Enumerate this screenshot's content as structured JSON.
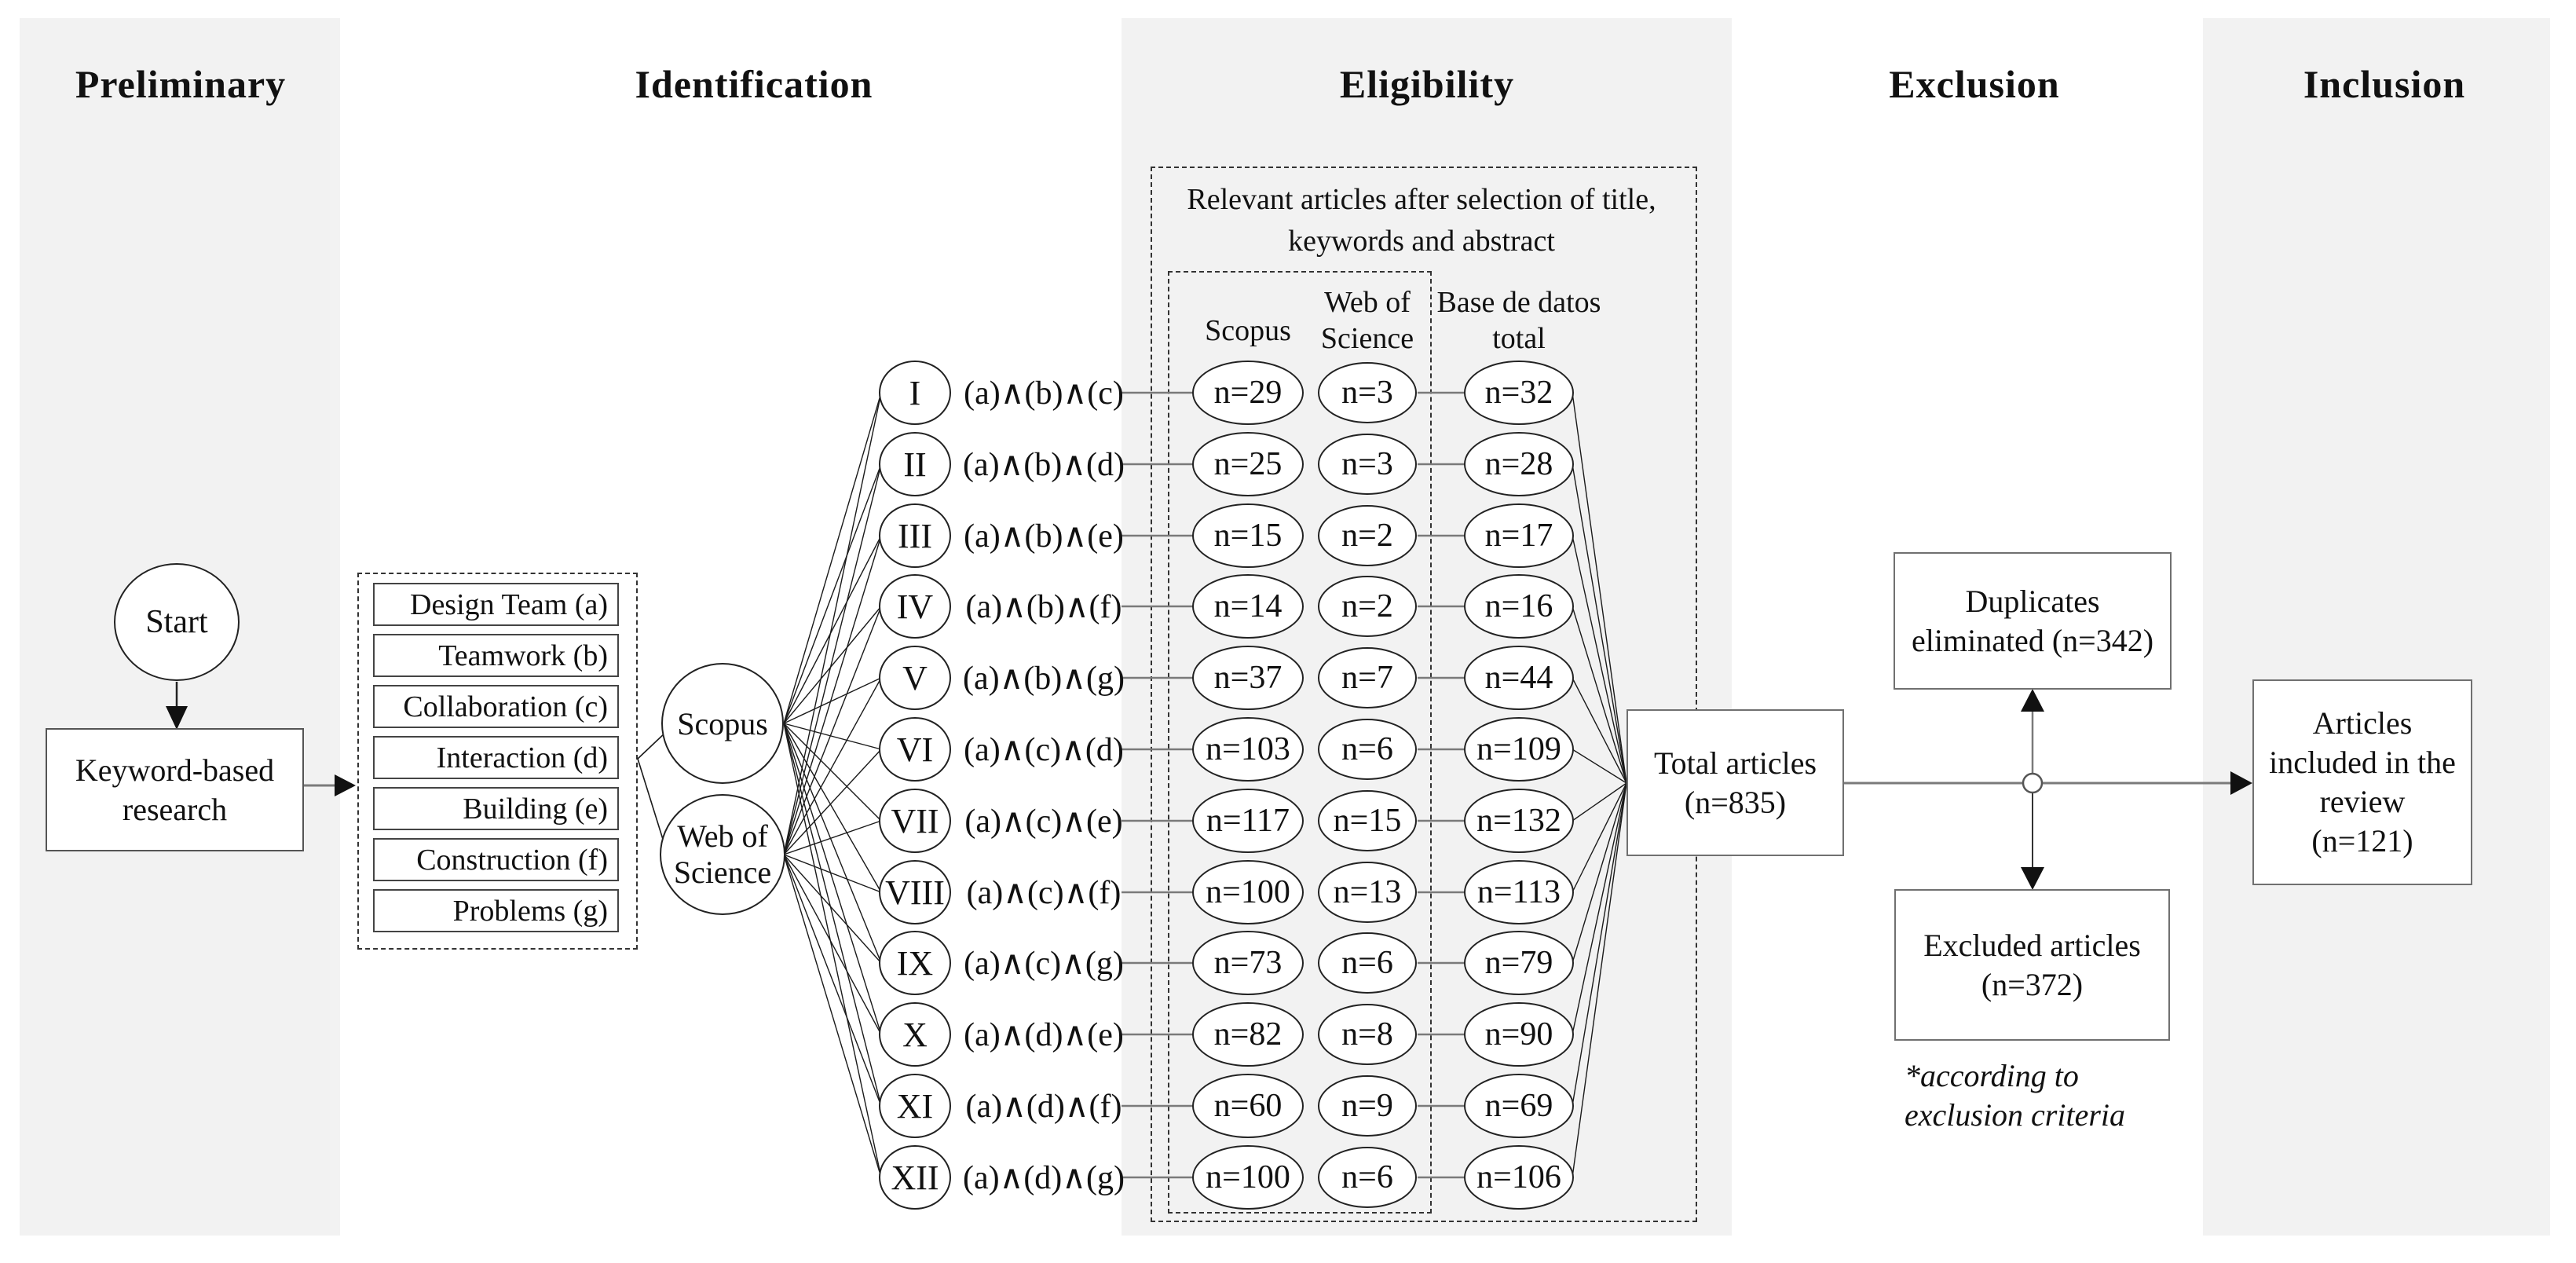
{
  "phases": {
    "preliminary": "Preliminary",
    "identification": "Identification",
    "eligibility": "Eligibility",
    "exclusion": "Exclusion",
    "inclusion": "Inclusion"
  },
  "preliminary": {
    "start": "Start",
    "research": "Keyword-based research"
  },
  "identification": {
    "keywords": [
      "Design Team (a)",
      "Teamwork (b)",
      "Collaboration (c)",
      "Interaction (d)",
      "Building (e)",
      "Construction (f)",
      "Problems (g)"
    ],
    "database1": "Scopus",
    "database2": "Web of Science"
  },
  "eligibility": {
    "caption": "Relevant articles after selection of title, keywords and abstract",
    "col_scopus": "Scopus",
    "col_wos": "Web of Science",
    "col_total": "Base de datos total",
    "rows": [
      {
        "numeral": "I",
        "combination": "(a)∧(b)∧(c)",
        "scopus": "n=29",
        "wos": "n=3",
        "total": "n=32"
      },
      {
        "numeral": "II",
        "combination": "(a)∧(b)∧(d)",
        "scopus": "n=25",
        "wos": "n=3",
        "total": "n=28"
      },
      {
        "numeral": "III",
        "combination": "(a)∧(b)∧(e)",
        "scopus": "n=15",
        "wos": "n=2",
        "total": "n=17"
      },
      {
        "numeral": "IV",
        "combination": "(a)∧(b)∧(f)",
        "scopus": "n=14",
        "wos": "n=2",
        "total": "n=16"
      },
      {
        "numeral": "V",
        "combination": "(a)∧(b)∧(g)",
        "scopus": "n=37",
        "wos": "n=7",
        "total": "n=44"
      },
      {
        "numeral": "VI",
        "combination": "(a)∧(c)∧(d)",
        "scopus": "n=103",
        "wos": "n=6",
        "total": "n=109"
      },
      {
        "numeral": "VII",
        "combination": "(a)∧(c)∧(e)",
        "scopus": "n=117",
        "wos": "n=15",
        "total": "n=132"
      },
      {
        "numeral": "VIII",
        "combination": "(a)∧(c)∧(f)",
        "scopus": "n=100",
        "wos": "n=13",
        "total": "n=113"
      },
      {
        "numeral": "IX",
        "combination": "(a)∧(c)∧(g)",
        "scopus": "n=73",
        "wos": "n=6",
        "total": "n=79"
      },
      {
        "numeral": "X",
        "combination": "(a)∧(d)∧(e)",
        "scopus": "n=82",
        "wos": "n=8",
        "total": "n=90"
      },
      {
        "numeral": "XI",
        "combination": "(a)∧(d)∧(f)",
        "scopus": "n=60",
        "wos": "n=9",
        "total": "n=69"
      },
      {
        "numeral": "XII",
        "combination": "(a)∧(d)∧(g)",
        "scopus": "n=100",
        "wos": "n=6",
        "total": "n=106"
      }
    ],
    "total_box": "Total articles (n=835)"
  },
  "exclusion": {
    "duplicates": "Duplicates eliminated (n=342)",
    "excluded": "Excluded articles (n=372)",
    "note": "*according to exclusion criteria"
  },
  "inclusion": {
    "included": "Articles included in the review (n=121)"
  },
  "colors": {
    "band": "#f2f2f2",
    "connector_gray": "#7a7a7a",
    "stroke_black": "#1a1a1a"
  }
}
